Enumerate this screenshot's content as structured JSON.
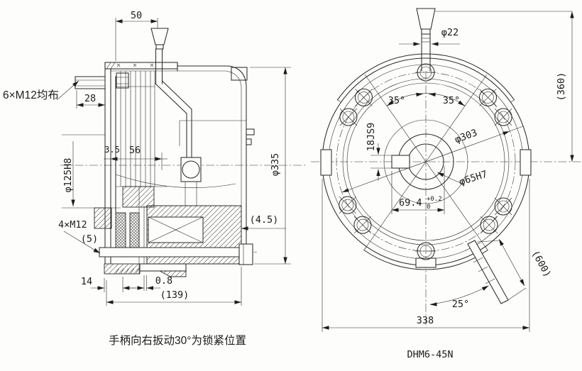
{
  "title": "DHM6-45N",
  "note": "手柄向右扳动30°为锁紧位置",
  "side_view": {
    "flange_bolts": "6×M12均布",
    "dim_50": "50",
    "dim_28": "28",
    "dim_3_5": "3.5",
    "dim_56": "56",
    "bore": "φ125H8",
    "mount_bolts": "4×M12",
    "dim_5": "(5)",
    "dim_14": "14",
    "dim_0_8": "0.8",
    "dim_139": "(139)",
    "dim_4_5": "(4.5)",
    "outer_dia": "φ335"
  },
  "front_view": {
    "handle_dia": "φ22",
    "dim_360": "(360)",
    "angle_35_left": "35°",
    "angle_35_right": "35°",
    "keyway": "18JS9",
    "bolt_circle": "φ303",
    "bore": "φ65H7",
    "dim_69_4": "69.4",
    "tol_upper": "+0.2",
    "tol_lower": "0",
    "lever_length": "(600)",
    "angle_25": "25°",
    "dim_338": "338"
  },
  "colors": {
    "line": "#2b2b2b",
    "background": "#fdfdfb"
  }
}
